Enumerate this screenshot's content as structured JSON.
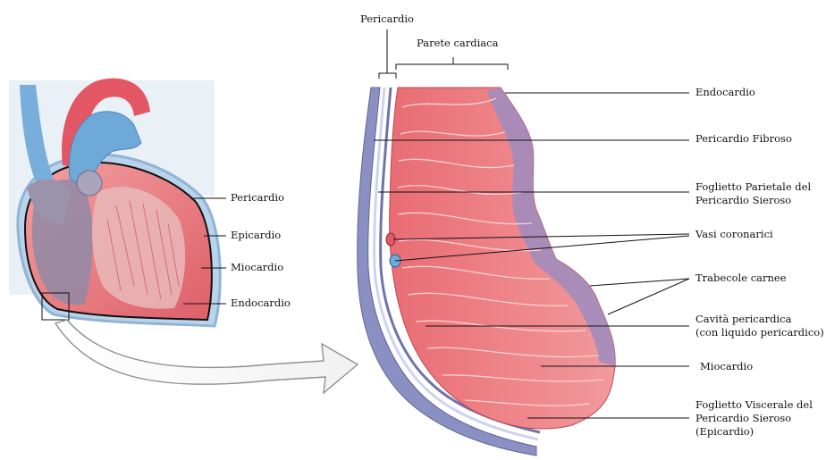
{
  "labels": {
    "left": {
      "pericardio": "Pericardio",
      "epicardio": "Epicardio",
      "miocardio": "Miocardio",
      "endocardio": "Endocardio"
    },
    "top": {
      "pericardio": "Pericardio",
      "parete_cardiaca": "Parete cardiaca"
    },
    "right": {
      "endocardio": "Endocardio",
      "pericardio_fibroso": "Pericardio Fibroso",
      "foglietto_parietale": [
        "Foglietto Parietale del",
        "Pericardio Sieroso"
      ],
      "vasi_coronarici": "Vasi coronarici",
      "trabecole_carnee": "Trabecole carnee",
      "cavita_pericardica": [
        "Cavità pericardica",
        "(con liquido pericardico)"
      ],
      "miocardio": "Miocardio",
      "foglietto_viscerale": [
        "Foglietto Viscerale del",
        "Pericardio Sieroso",
        "(Epicardio)"
      ]
    }
  },
  "colors": {
    "myocardium": "#e8747a",
    "myocardium_light": "#f4a8a8",
    "aorta": "#e05a66",
    "vein_blue": "#6aa8d6",
    "purple": "#8e86b8",
    "pericardium": "#9fc3e0",
    "leader": "#111111"
  }
}
